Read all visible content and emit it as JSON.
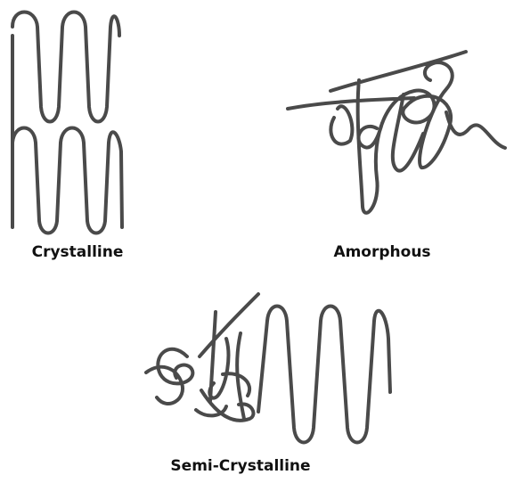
{
  "labels": {
    "crystalline": "Crystalline",
    "amorphous": "Amorphous",
    "semi_crystalline": "Semi-Crystalline"
  },
  "colors": {
    "chain_stroke": "#4a4a4a",
    "label_text": "#111111",
    "background": "#ffffff"
  }
}
